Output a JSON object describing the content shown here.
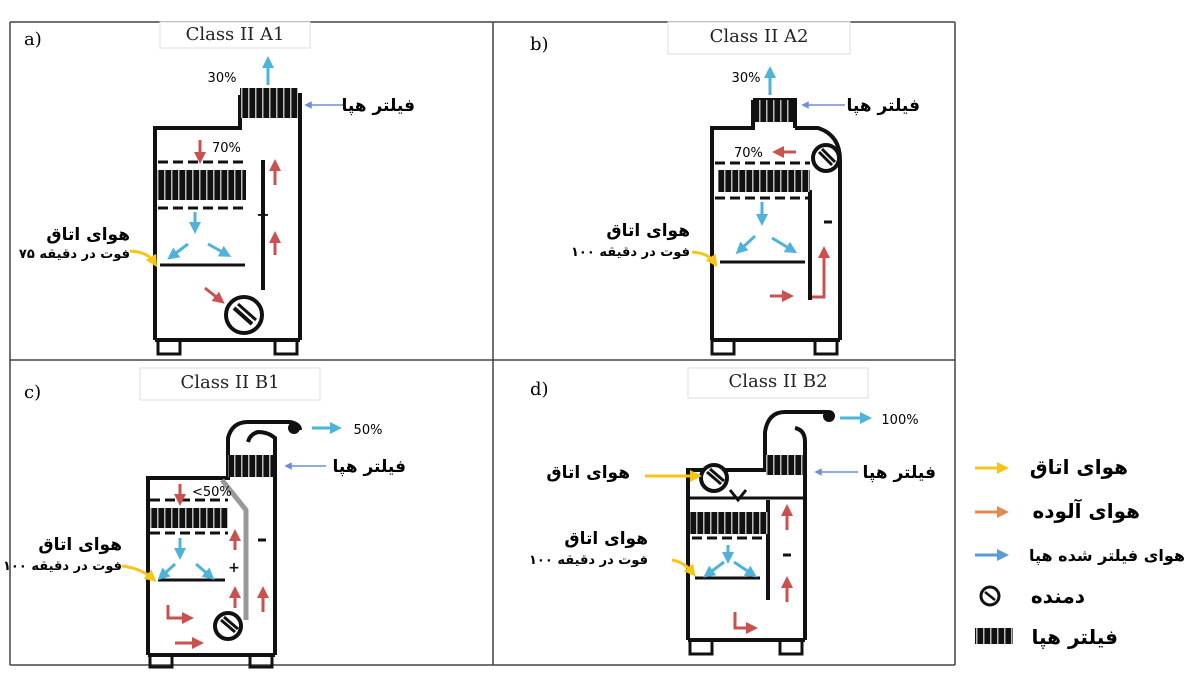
{
  "panels": [
    {
      "letter": "a)",
      "title": "Class II A1",
      "exhaust_pct": "30%",
      "down_pct": "70%",
      "filter_label": "فیلتر هپا",
      "room_air": "هوای اتاق",
      "room_air_rate": "فوت در دقیقه ۷۵"
    },
    {
      "letter": "b)",
      "title": "Class II A2",
      "exhaust_pct": "30%",
      "down_pct": "70%",
      "filter_label": "فیلتر هپا",
      "room_air": "هوای اتاق",
      "room_air_rate": "فوت در دقیقه ۱۰۰"
    },
    {
      "letter": "c)",
      "title": "Class II B1",
      "exhaust_pct": "50%",
      "down_pct": "<50%",
      "filter_label": "فیلتر هپا",
      "room_air": "هوای اتاق",
      "room_air_rate": "فوت در دقیقه ۱۰۰"
    },
    {
      "letter": "d)",
      "title": "Class II B2",
      "exhaust_pct": "100%",
      "filter_label": "فیلتر هپا",
      "room_air_top": "هوای اتاق",
      "room_air": "هوای اتاق",
      "room_air_rate": "فوت در دقیقه ۱۰۰"
    }
  ],
  "legend": {
    "room_air": "هوای اتاق",
    "contaminated_air": "هوای آلوده",
    "hepa_filtered_air": "هوای فیلتر شده هپا",
    "blower": "دمنده",
    "hepa_filter": "فیلتر هپا"
  },
  "colors": {
    "room_air": "#f5c518",
    "contaminated_air": "#c9514f",
    "filtered_air": "#4fb3d9",
    "legend_contaminated": "#e8874a",
    "legend_filtered": "#5b9bd5",
    "pointer": "#6b8fd6"
  }
}
